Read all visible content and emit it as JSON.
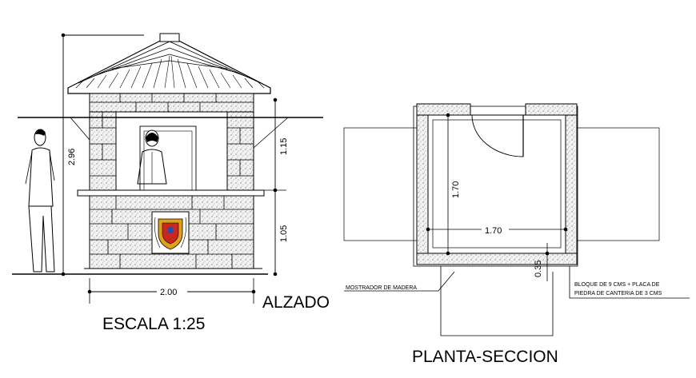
{
  "elevation": {
    "title": "ALZADO",
    "scale": "ESCALA 1:25",
    "dims": {
      "total_height": "2.96",
      "upper_height": "1.15",
      "lower_height": "1.05",
      "width": "2.00"
    }
  },
  "plan": {
    "title": "PLANTA-SECCION",
    "dims": {
      "depth": "1.70",
      "width": "1.70",
      "wall": "0.35"
    },
    "notes": {
      "counter": "MOSTRADOR DE MADERA",
      "block_line1": "BLOQUE DE 9 CMS + PLACA DE",
      "block_line2": "PIEDRA DE CANTERIA DE 3 CMS"
    }
  },
  "colors": {
    "line": "#000000",
    "stone_fill": "#e6e6e6",
    "crest_red": "#c8281e",
    "crest_gold": "#e0a018",
    "crest_blue": "#2a4bb0"
  }
}
